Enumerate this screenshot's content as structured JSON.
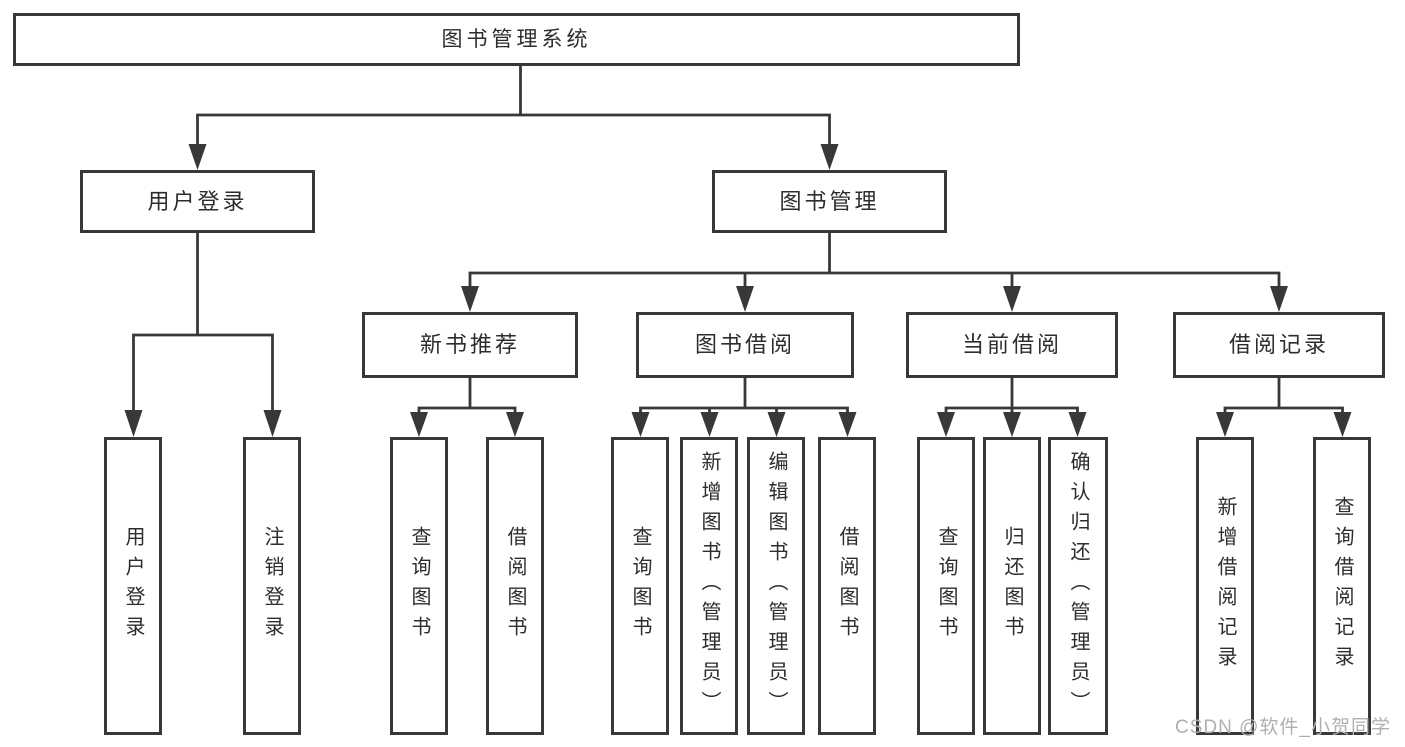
{
  "root": {
    "label": "图书管理系统"
  },
  "groups": [
    {
      "label": "用户登录",
      "children": [
        {
          "label": "用户登录"
        },
        {
          "label": "注销登录"
        }
      ]
    },
    {
      "label": "图书管理",
      "subgroups": [
        {
          "label": "新书推荐",
          "children": [
            {
              "label": "查询图书"
            },
            {
              "label": "借阅图书"
            }
          ]
        },
        {
          "label": "图书借阅",
          "children": [
            {
              "label": "查询图书"
            },
            {
              "label": "新增图书（管理员）"
            },
            {
              "label": "编辑图书（管理员）"
            },
            {
              "label": "借阅图书"
            }
          ]
        },
        {
          "label": "当前借阅",
          "children": [
            {
              "label": "查询图书"
            },
            {
              "label": "归还图书"
            },
            {
              "label": "确认归还（管理员）"
            }
          ]
        },
        {
          "label": "借阅记录",
          "children": [
            {
              "label": "新增借阅记录"
            },
            {
              "label": "查询借阅记录"
            }
          ]
        }
      ]
    }
  ],
  "watermark": {
    "text": "CSDN @软件_小贺同学"
  },
  "colors": {
    "line": "#383838",
    "text": "#2d2d2d",
    "box_fill": "#ffffff",
    "background": "#ffffff",
    "watermark": "#b0b0b0"
  }
}
